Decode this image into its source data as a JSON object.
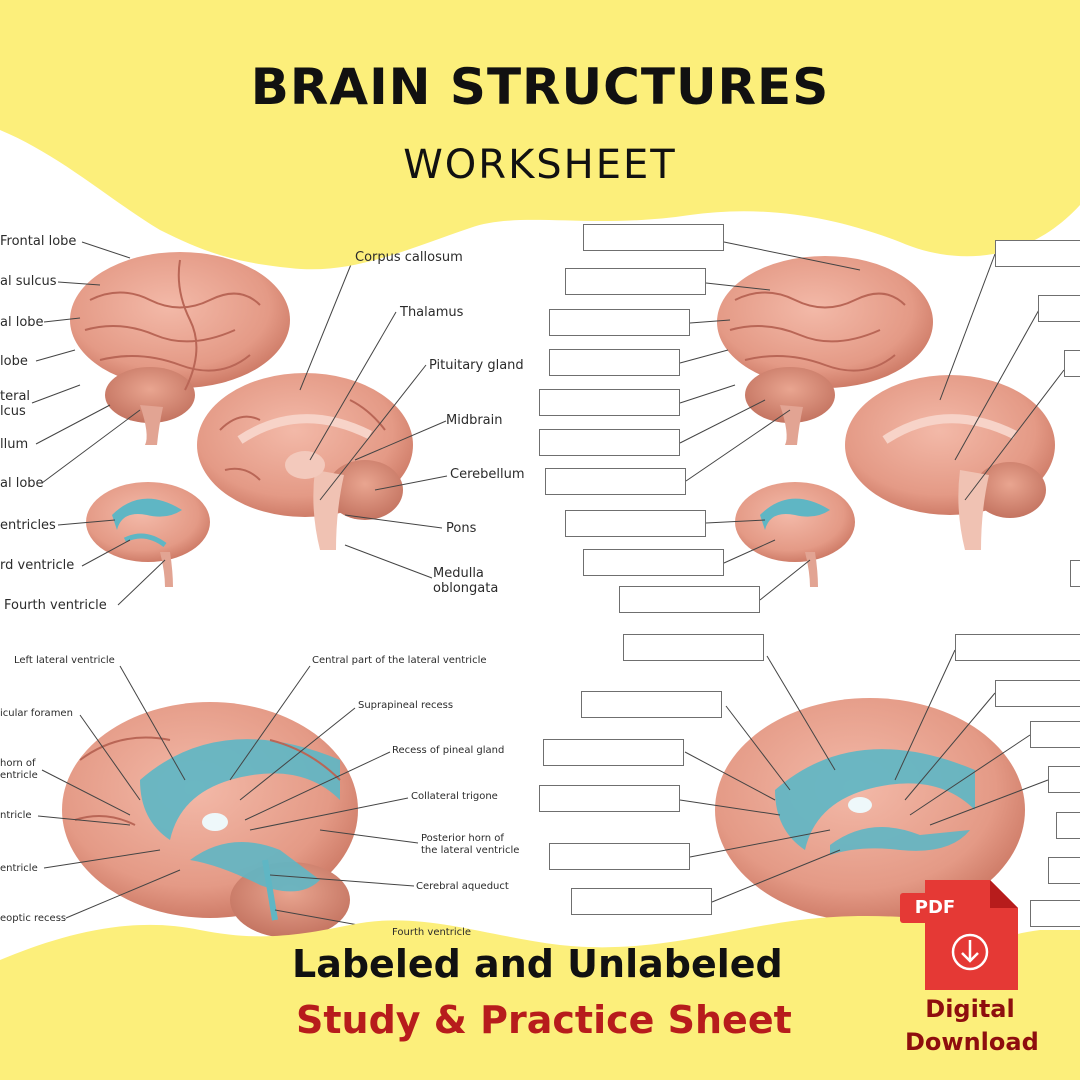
{
  "header": {
    "title": "BRAIN STRUCTURES",
    "subtitle": "WORKSHEET"
  },
  "labels": {
    "lateral_view": [
      "Frontal lobe",
      "al sulcus",
      "al lobe",
      "lobe",
      "teral",
      "lcus",
      "llum",
      "al lobe"
    ],
    "sagittal_view": [
      "Corpus callosum",
      "Thalamus",
      "Pituitary gland",
      "Midbrain",
      "Cerebellum",
      "Pons",
      "Medulla",
      "oblongata"
    ],
    "ventricle_small": [
      "entricles",
      "rd ventricle",
      "Fourth ventricle"
    ],
    "ventricle_large_left": [
      "Left lateral ventricle",
      "icular foramen",
      "horn of",
      "entricle",
      "ntricle",
      "entricle",
      "eoptic recess"
    ],
    "ventricle_large_right": [
      "Central part of the lateral ventricle",
      "Suprapineal recess",
      "Recess of pineal gland",
      "Collateral trigone",
      "Posterior horn of",
      "the lateral ventricle",
      "Cerebral aqueduct",
      "Fourth ventricle"
    ]
  },
  "footer": {
    "line1": "Labeled and Unlabeled",
    "line2": "Study & Practice Sheet",
    "badge": "PDF",
    "download1": "Digital",
    "download2": "Download"
  },
  "colors": {
    "yellow": "#fcef7b",
    "brain": "#eaa391",
    "ventricle": "#5fb6c4",
    "pdf_red": "#e53935",
    "accent_red": "#b71c1c"
  },
  "icons": {
    "pdf": "pdf-file-icon",
    "download": "download-arrow-icon"
  }
}
